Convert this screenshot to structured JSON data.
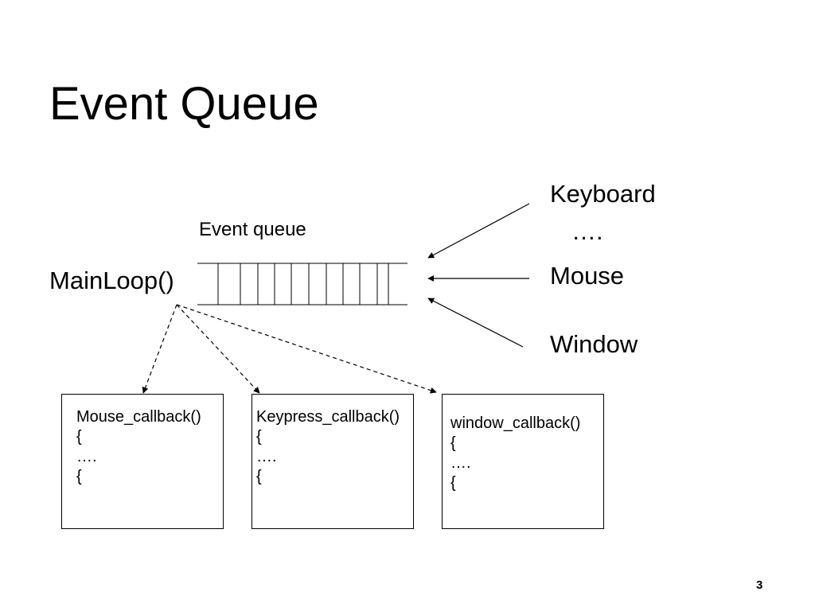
{
  "title": "Event Queue",
  "diagram": {
    "queue_label": "Event queue",
    "mainloop_label": "MainLoop()",
    "sources": {
      "keyboard": "Keyboard",
      "ellipsis": "….",
      "mouse": "Mouse",
      "window": "Window"
    },
    "callbacks": [
      {
        "name": "Mouse_callback()",
        "open": "{",
        "body": "….",
        "close": "{"
      },
      {
        "name": "Keypress_callback()",
        "open": "{",
        "body": "….",
        "close": "{"
      },
      {
        "name": "window_callback()",
        "open": "{",
        "body": "….",
        "close": "{"
      }
    ]
  },
  "page_number": "3"
}
